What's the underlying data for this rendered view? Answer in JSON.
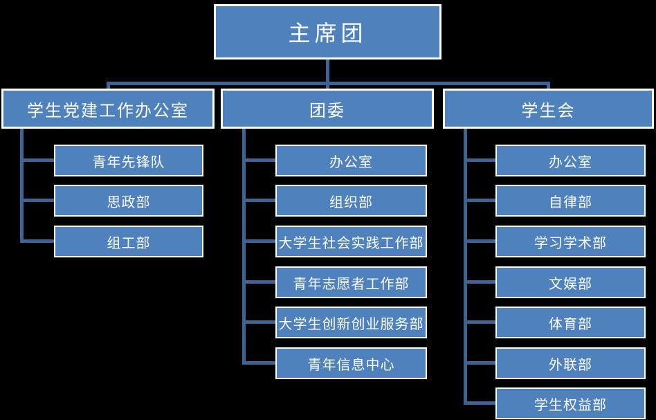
{
  "colors": {
    "background": "#000000",
    "box_fill": "#4f81bd",
    "box_border": "#ffffff",
    "connector": "#3f6494",
    "text": "#ffffff"
  },
  "org": {
    "root": {
      "label": "主席团"
    },
    "branches": [
      {
        "label": "学生党建工作办公室",
        "children": [
          "青年先锋队",
          "思政部",
          "组工部"
        ]
      },
      {
        "label": "团委",
        "children": [
          "办公室",
          "组织部",
          "大学生社会实践工作部",
          "青年志愿者工作部",
          "大学生创新创业服务部",
          "青年信息中心"
        ]
      },
      {
        "label": "学生会",
        "children": [
          "办公室",
          "自律部",
          "学习学术部",
          "文娱部",
          "体育部",
          "外联部",
          "学生权益部"
        ]
      }
    ]
  }
}
